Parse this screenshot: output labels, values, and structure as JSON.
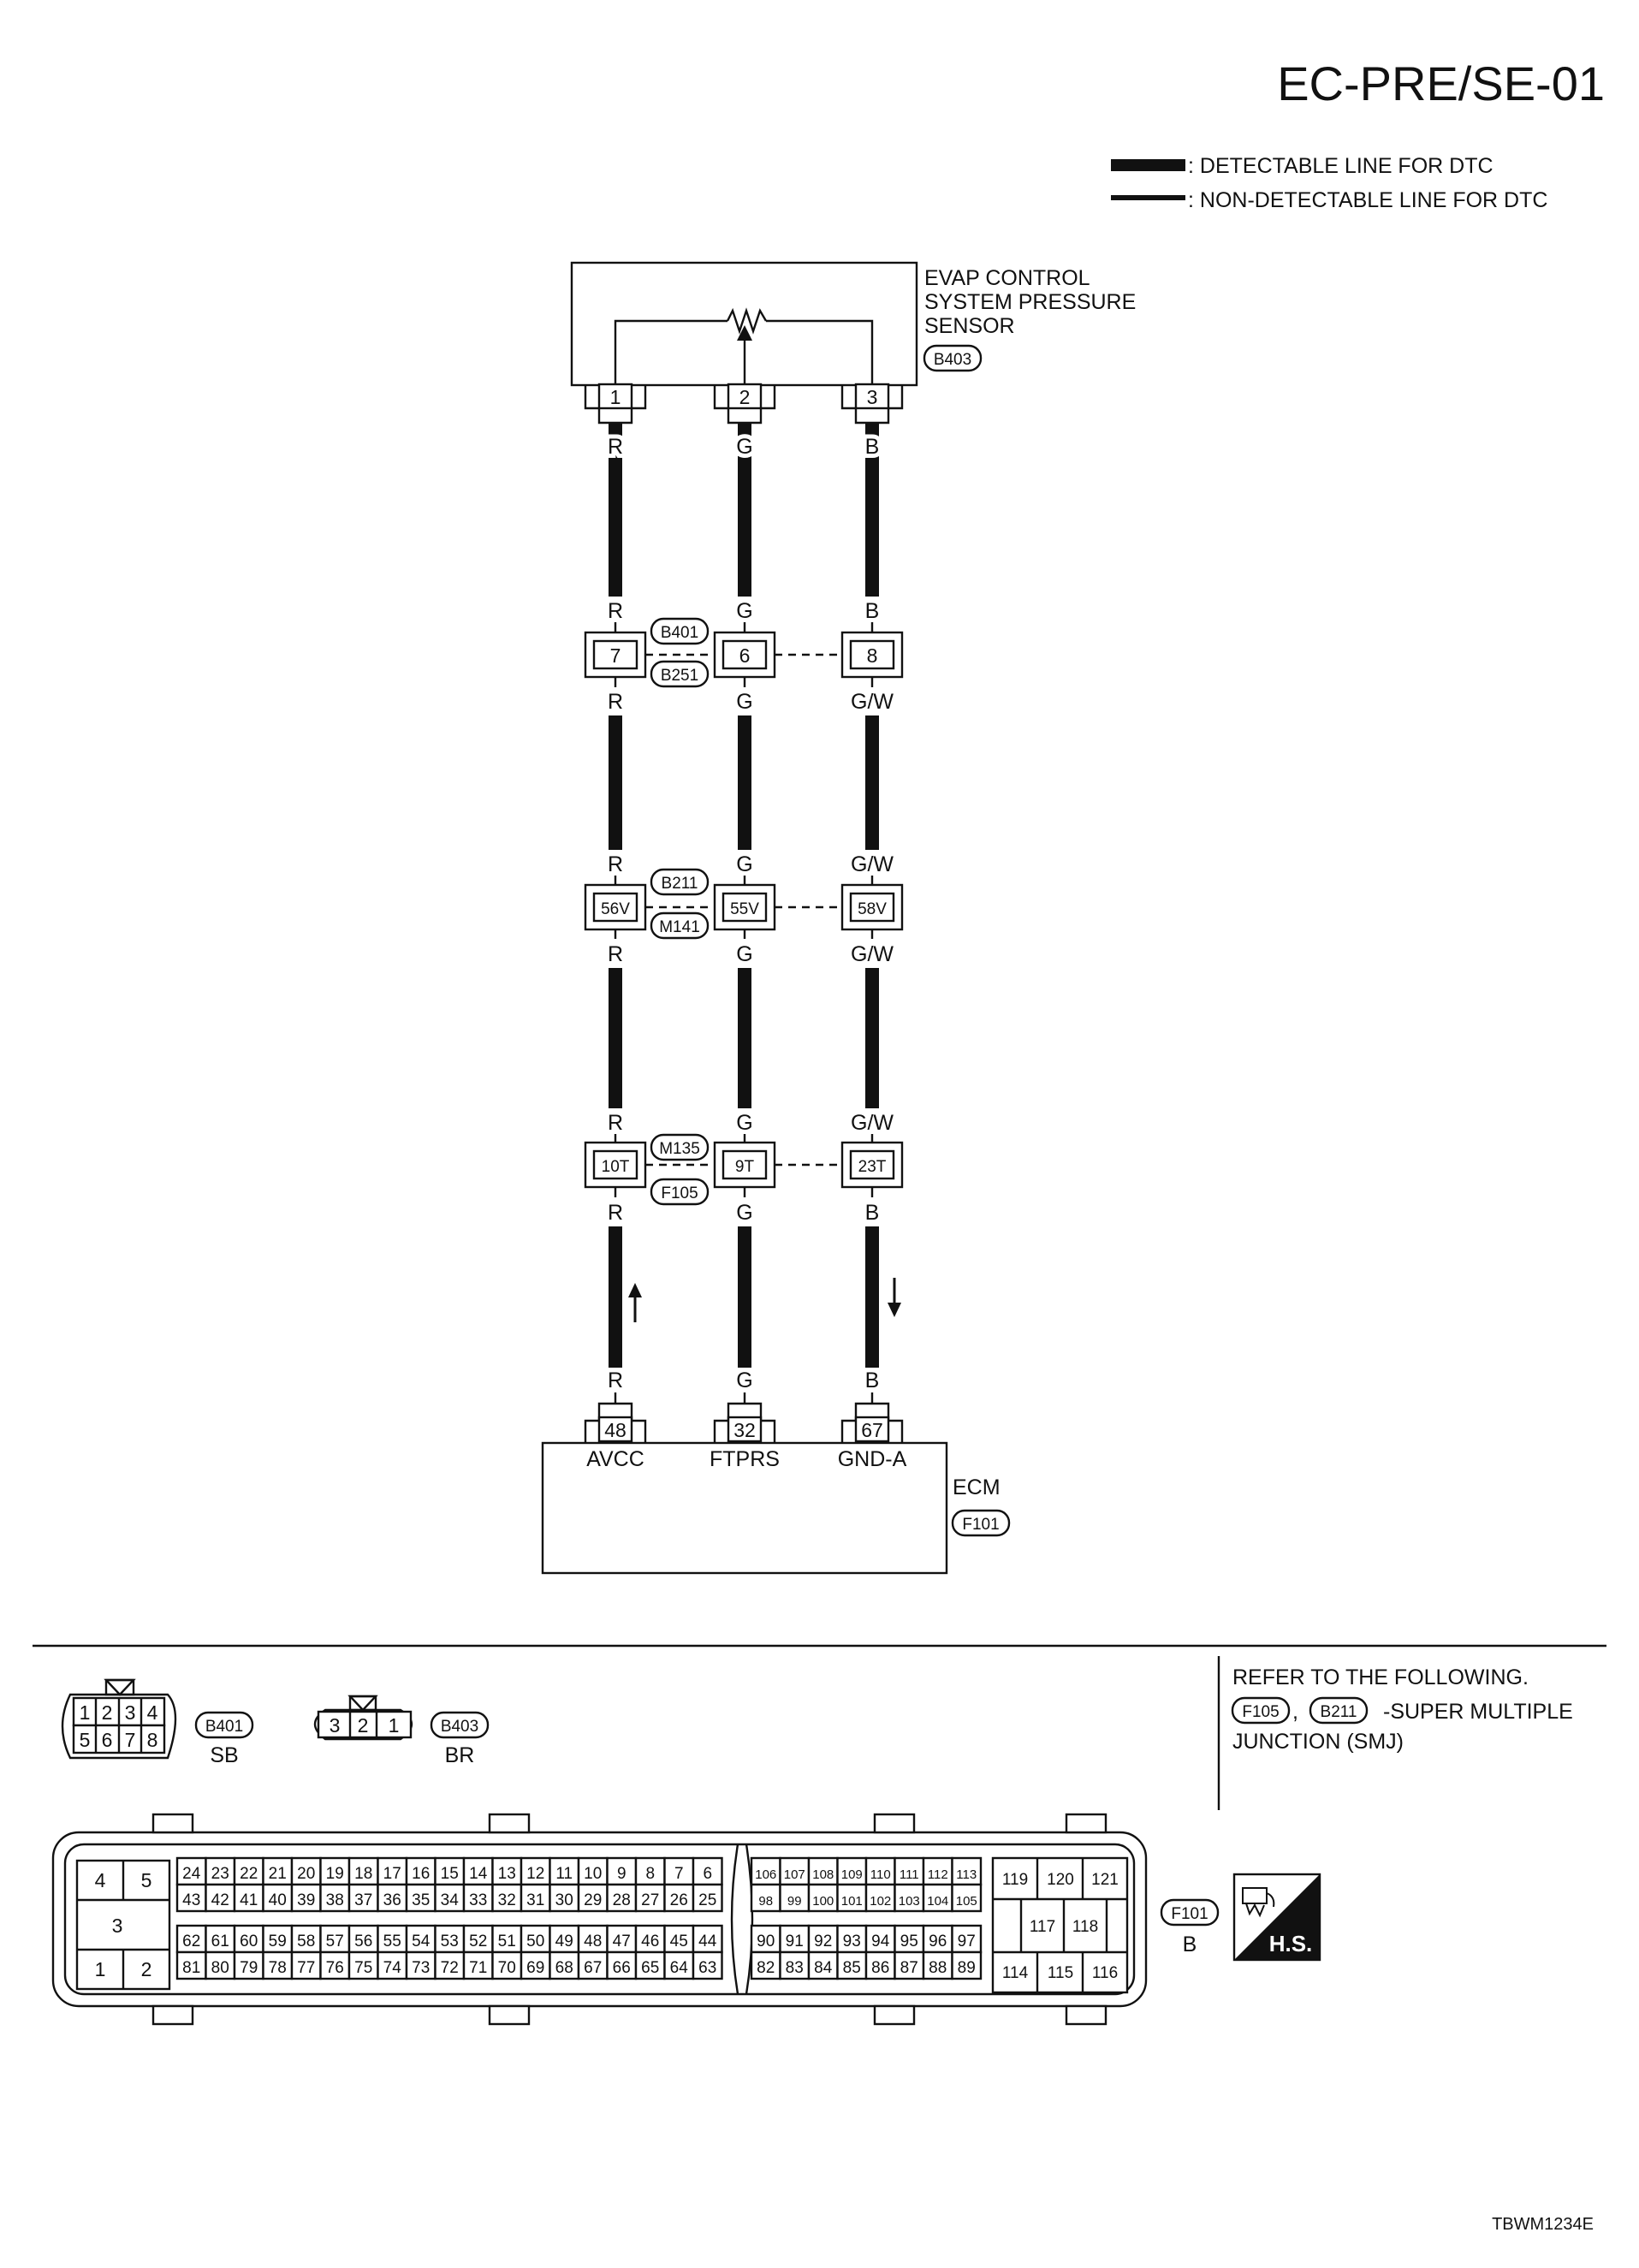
{
  "page_code": "EC-PRE/SE-01",
  "legend": {
    "detectable": ": DETECTABLE LINE FOR DTC",
    "non_detectable": ": NON-DETECTABLE LINE FOR DTC"
  },
  "sensor": {
    "name_line1": "EVAP CONTROL",
    "name_line2": "SYSTEM PRESSURE",
    "name_line3": "SENSOR",
    "connector": "B403",
    "pins": [
      "1",
      "2",
      "3"
    ]
  },
  "wire_colors": {
    "seg1": [
      "R",
      "G",
      "B"
    ],
    "seg2_top": [
      "R",
      "G",
      "B"
    ],
    "seg2_bot": [
      "R",
      "G",
      "G/W"
    ],
    "seg3_top": [
      "R",
      "G",
      "G/W"
    ],
    "seg3_bot": [
      "R",
      "G",
      "G/W"
    ],
    "seg4_top": [
      "R",
      "G",
      "G/W"
    ],
    "seg4_bot": [
      "R",
      "G",
      "B"
    ],
    "seg5_bot": [
      "R",
      "G",
      "B"
    ]
  },
  "joints": [
    {
      "connector_top": "B401",
      "connector_bottom": "B251",
      "pins": [
        "7",
        "6",
        "8"
      ]
    },
    {
      "connector_top": "B211",
      "connector_bottom": "M141",
      "pins": [
        "56V",
        "55V",
        "58V"
      ]
    },
    {
      "connector_top": "M135",
      "connector_bottom": "F105",
      "pins": [
        "10T",
        "9T",
        "23T"
      ]
    }
  ],
  "ecm": {
    "name": "ECM",
    "connector": "F101",
    "pins": [
      "48",
      "32",
      "67"
    ],
    "signals": [
      "AVCC",
      "FTPRS",
      "GND-A"
    ]
  },
  "connector_views": {
    "b401": {
      "id": "B401",
      "color": "SB",
      "row1": [
        "1",
        "2",
        "3",
        "4"
      ],
      "row2": [
        "5",
        "6",
        "7",
        "8"
      ]
    },
    "b403": {
      "id": "B403",
      "color": "BR",
      "pins": [
        "3",
        "2",
        "1"
      ]
    },
    "f101": {
      "id": "F101",
      "color": "B"
    }
  },
  "refer": {
    "line1": "REFER TO THE FOLLOWING.",
    "conn_a": "F105",
    "sep": ",",
    "conn_b": "B211",
    "line2_rest": "-SUPER MULTIPLE",
    "line3": "JUNCTION (SMJ)"
  },
  "hs_label": "H.S.",
  "figure_code": "TBWM1234E"
}
